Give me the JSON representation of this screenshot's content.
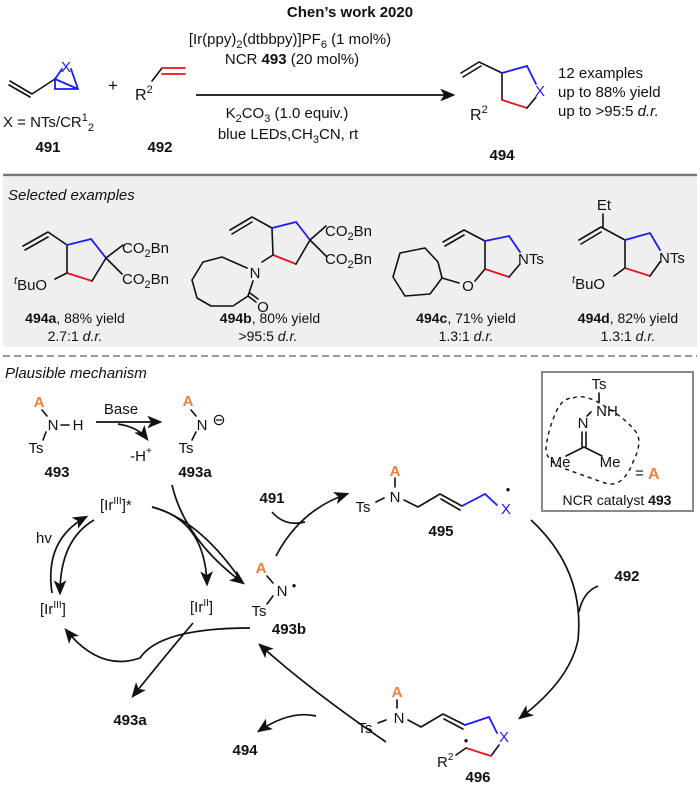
{
  "title": "Chen’s work 2020",
  "colors": {
    "accent_orange": "#f47d3b",
    "bond_blue": "#1a1aff",
    "bond_red": "#e8131b",
    "panel_bg": "#efefef",
    "box_border": "#888888"
  },
  "reaction": {
    "reactant1": {
      "atom_x": "X",
      "definition_prefix": "X = NTs/CR",
      "definition_sup": "1",
      "definition_sub": "2",
      "label": "491"
    },
    "plus": "+",
    "reactant2": {
      "r_group": "R",
      "r_sup": "2",
      "label": "492"
    },
    "conditions_above": [
      {
        "pre": "[Ir(ppy)",
        "sub1": "2",
        "mid": "(dtbbpy)]PF",
        "sub2": "6",
        "post": " (1 mol%)"
      },
      {
        "pre": "NCR ",
        "bold": "493",
        "post": " (20 mol%)"
      }
    ],
    "conditions_below": [
      {
        "pre": "K",
        "sub1": "2",
        "mid": "CO",
        "sub2": "3",
        "post": " (1.0 equiv.)"
      },
      {
        "pre": "blue LEDs,CH",
        "sub1": "3",
        "post": "CN, rt"
      }
    ],
    "product": {
      "atom_x": "X",
      "r_group": "R",
      "r_sup": "2",
      "label": "494"
    },
    "summary": [
      "12 examples",
      "up to 88% yield",
      "up to >95:5 "
    ],
    "summary_dr": "d.r."
  },
  "examples_section": {
    "heading": "Selected examples",
    "items": [
      {
        "label": "494a",
        "yield": ", 88% yield",
        "dr_value": "2.7:1 ",
        "dr_unit": "d.r.",
        "subst": [
          "CO",
          "2",
          "Bn"
        ],
        "ether": [
          "t",
          "BuO"
        ]
      },
      {
        "label": "494b",
        "yield": ", 80% yield",
        "dr_value": ">95:5 ",
        "dr_unit": "d.r.",
        "subst": [
          "CO",
          "2",
          "Bn"
        ],
        "n": "N",
        "o": "O"
      },
      {
        "label": "494c",
        "yield": ", 71% yield",
        "dr_value": "1.3:1 ",
        "dr_unit": "d.r.",
        "nts": "NTs",
        "o": "O"
      },
      {
        "label": "494d",
        "yield": ", 82% yield",
        "dr_value": "1.3:1 ",
        "dr_unit": "d.r.",
        "nts": "NTs",
        "et": "Et",
        "ether": [
          "t",
          "BuO"
        ]
      }
    ]
  },
  "mechanism": {
    "heading": "Plausible mechanism",
    "A": "A",
    "N": "N",
    "H": "H",
    "Ts": "Ts",
    "X": "X",
    "base": "Base",
    "minus_h": "-H",
    "plus_sup": "+",
    "anion": "⊖",
    "radical_dot": "•",
    "labels": {
      "s493": "493",
      "s493a": "493a",
      "s493a_2": "493a",
      "s493b": "493b",
      "s491": "491",
      "s492": "492",
      "s494": "494",
      "s495": "495",
      "s496": "496"
    },
    "ir_star": {
      "pre": "[Ir",
      "sup": "III",
      "post": "]*"
    },
    "ir_iii": {
      "pre": "[Ir",
      "sup": "III",
      "post": "]"
    },
    "ir_ii": {
      "pre": "[Ir",
      "sup": "II",
      "post": "]"
    },
    "hv": "hv",
    "r_group": "R",
    "r_sup": "2",
    "catalyst_box": {
      "ts": "Ts",
      "nh": "NH",
      "n": "N",
      "me1": "Me",
      "me2": "Me",
      "equals": "=",
      "a": "A",
      "caption": "NCR catalyst ",
      "caption_bold": "493"
    }
  }
}
